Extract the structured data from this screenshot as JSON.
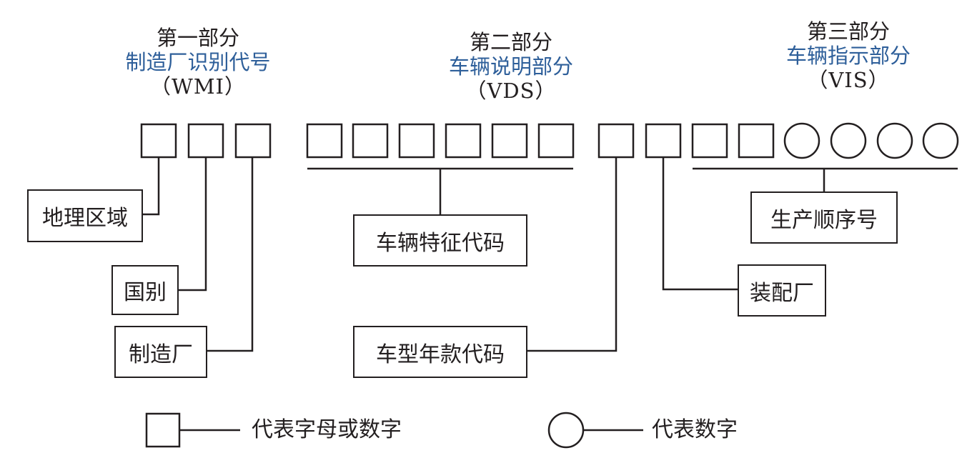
{
  "sections": [
    {
      "part": "第一部分",
      "name": "制造厂识别代号",
      "abbr": "（WMI）"
    },
    {
      "part": "第二部分",
      "name": "车辆说明部分",
      "abbr": "（VDS）"
    },
    {
      "part": "第三部分",
      "name": "车辆指示部分",
      "abbr": "（VIS）"
    }
  ],
  "labels": {
    "geo_region": "地理区域",
    "country": "国别",
    "manufacturer": "制造厂",
    "vehicle_feature_code": "车辆特征代码",
    "model_year_code": "车型年款代码",
    "assembly_plant": "装配厂",
    "production_seq": "生产顺序号"
  },
  "legend": {
    "square": "代表字母或数字",
    "circle": "代表数字"
  },
  "colors": {
    "line": "#231f20",
    "accent": "#2e5f9a"
  }
}
